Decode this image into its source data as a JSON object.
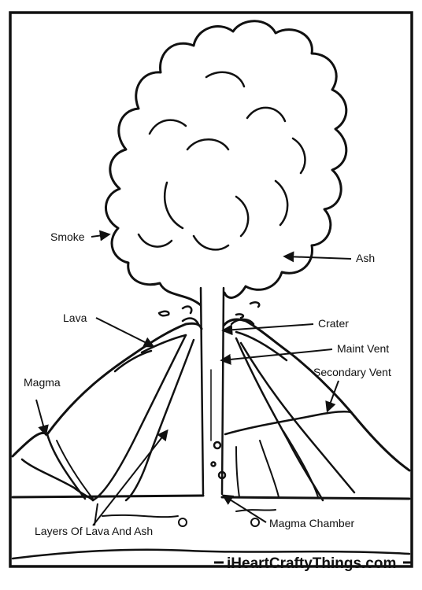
{
  "labels": {
    "smoke": "Smoke",
    "ash": "Ash",
    "lava": "Lava",
    "crater": "Crater",
    "main_vent": "Maint Vent",
    "secondary_vent": "Secondary Vent",
    "magma": "Magma",
    "layers": "Layers Of Lava And Ash",
    "magma_chamber": "Magma Chamber"
  },
  "footer": {
    "brand": "iHeartCraftyThings.com"
  },
  "colors": {
    "ink": "#111111",
    "paper": "#ffffff"
  }
}
